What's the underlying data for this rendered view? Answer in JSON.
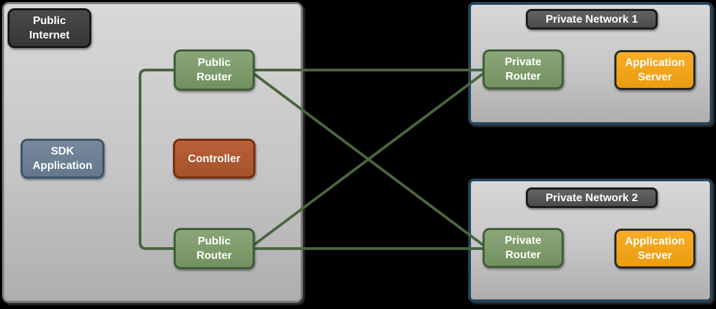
{
  "public_internet": {
    "label": "Public\nInternet",
    "sdk_application": {
      "label": "SDK\nApplication"
    },
    "controller": {
      "label": "Controller"
    },
    "public_router_top": {
      "label": "Public\nRouter"
    },
    "public_router_bottom": {
      "label": "Public\nRouter"
    }
  },
  "private_network_1": {
    "label": "Private Network 1",
    "private_router": {
      "label": "Private\nRouter"
    },
    "application_server": {
      "label": "Application\nServer"
    }
  },
  "private_network_2": {
    "label": "Private Network 2",
    "private_router": {
      "label": "Private\nRouter"
    },
    "application_server": {
      "label": "Application\nServer"
    }
  },
  "colors": {
    "background": "#000000",
    "container_fill_top": "#d8d8d8",
    "container_fill_bottom": "#aeaeae",
    "public_internet_border": "#7d7d7d",
    "private_network_border": "#26455b",
    "router_fill": "#7e9c6e",
    "router_border": "#3f5d35",
    "controller_fill": "#b15a32",
    "controller_border": "#742e0e",
    "sdk_application_fill": "#6f8196",
    "sdk_application_border": "#3d536b",
    "application_server_fill": "#f3a41e",
    "application_server_border": "#262626",
    "label_badge_fill": "#3e3e40",
    "link_color": "#4a6540",
    "text_color": "#ffffff"
  }
}
